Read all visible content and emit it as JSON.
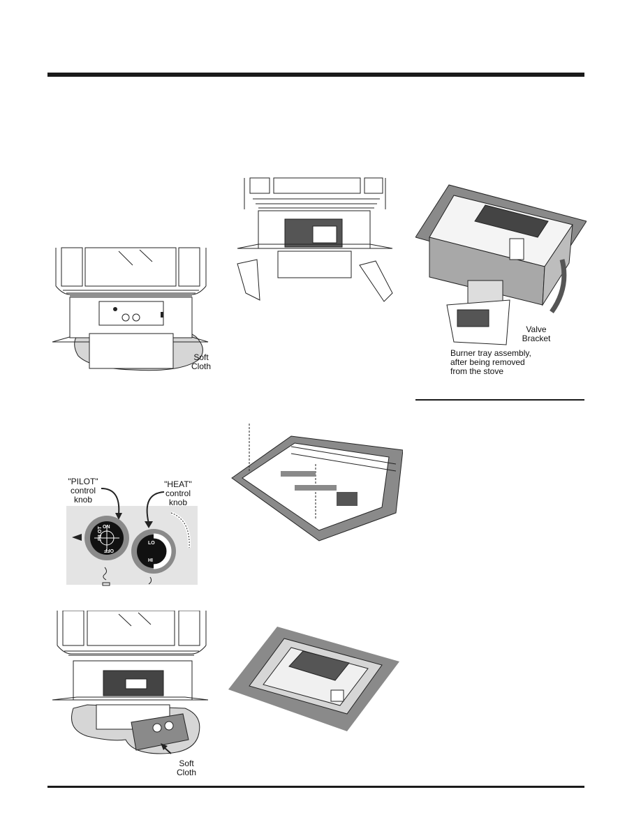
{
  "labels": {
    "soft_cloth_1": [
      "Soft",
      "Cloth"
    ],
    "pilot_knob": [
      "\"PILOT\"",
      "control",
      "knob"
    ],
    "heat_knob": [
      "\"HEAT\"",
      "control",
      "knob"
    ],
    "knob_pilot_text": "PILOT",
    "knob_on_text": "ON",
    "knob_off_text": "OFF",
    "knob_lo_text": "LO",
    "knob_hi_text": "HI",
    "soft_cloth_2": [
      "Soft",
      "Cloth"
    ],
    "valve_bracket": [
      "Valve",
      "Bracket"
    ],
    "burner_tray": [
      "Burner tray assembly,",
      "after being removed",
      "from the stove"
    ]
  },
  "colors": {
    "rule": "#1a1a1a",
    "panel_gray": "#8a8a8a",
    "cloth_gray": "#d6d6d6",
    "knob_bg": "#e4e4e4"
  }
}
